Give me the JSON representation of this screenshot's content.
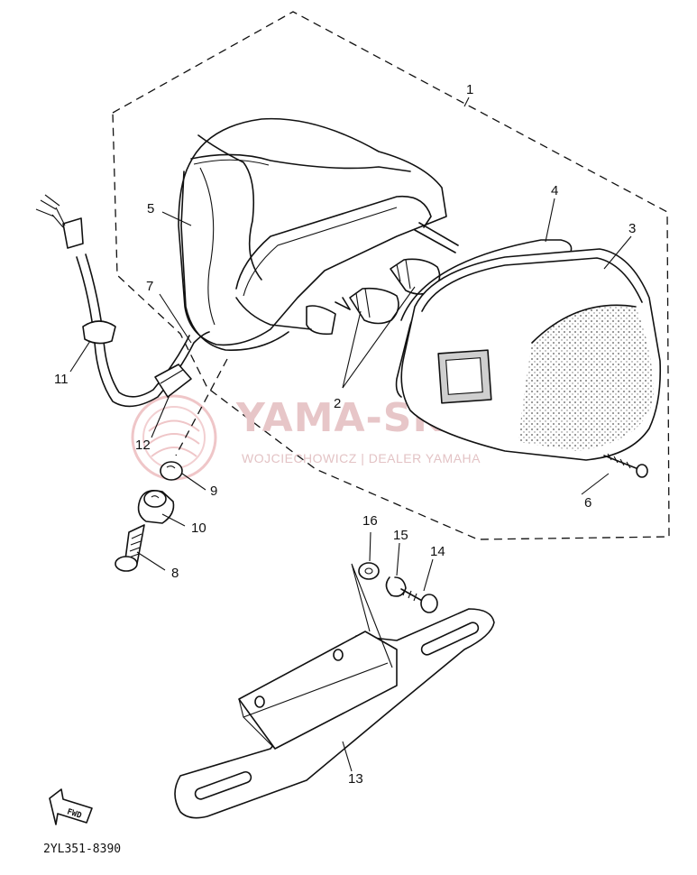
{
  "diagram": {
    "code": "2YL351-8390",
    "fwd_label": "FWD",
    "callouts": {
      "c1": "1",
      "c2": "2",
      "c3": "3",
      "c4": "4",
      "c5": "5",
      "c6": "6",
      "c7": "7",
      "c8": "8",
      "c9": "9",
      "c10": "10",
      "c11": "11",
      "c12": "12",
      "c13": "13",
      "c14": "14",
      "c15": "15",
      "c16": "16"
    }
  },
  "watermark": {
    "title": "YAMA-SKLEP.PL",
    "subtitle": "WOJCIECHOWICZ | DEALER YAMAHA"
  },
  "colors": {
    "line": "#111111",
    "watermark": "#e7c6c8",
    "background": "#ffffff"
  }
}
